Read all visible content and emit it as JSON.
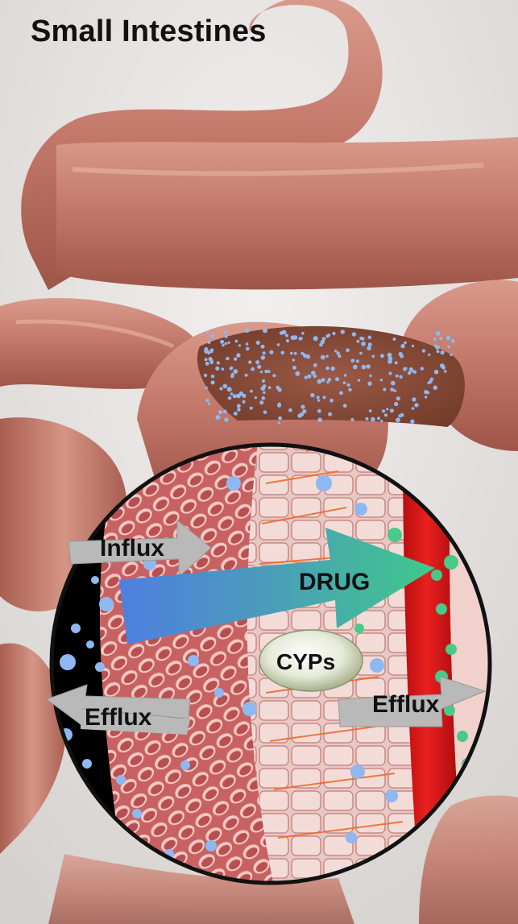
{
  "title": "Small Intestines",
  "labels": {
    "influx": "Influx",
    "drug": "DRUG",
    "cyps": "CYPs",
    "efflux_left": "Efflux",
    "efflux_right": "Efflux"
  },
  "colors": {
    "intestine": "#c97f72",
    "blood_vessel": "#d81414",
    "drug_gradient_start": "#4f7ee0",
    "drug_gradient_end": "#3fbf8a",
    "molecule_blue": "#8fb8f0",
    "molecule_green": "#49c98a",
    "arrow_gray": "#b9b9b9"
  }
}
